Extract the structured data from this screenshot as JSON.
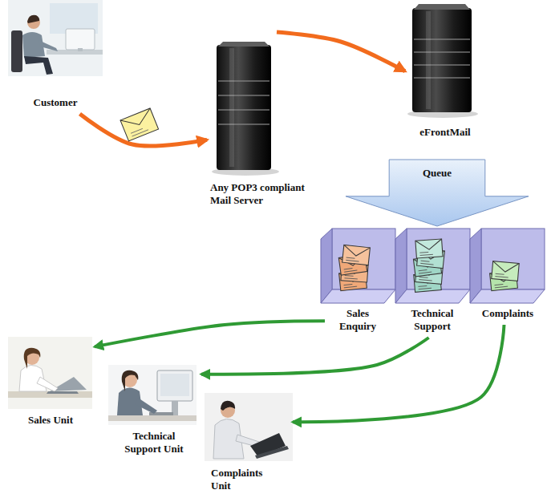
{
  "diagram": {
    "nodes": [
      {
        "text": [
          "Customer"
        ]
      },
      {
        "text": [
          "Any POP3 compliant Mail Server"
        ]
      },
      {
        "text": [
          "eFrontMail"
        ]
      },
      {
        "text": [
          "Queue"
        ]
      },
      {
        "text": [
          "Sales Enquiry"
        ]
      },
      {
        "text": [
          "Technical Support"
        ]
      },
      {
        "text": [
          "Complaints"
        ]
      },
      {
        "text": [
          "Sales Unit"
        ]
      },
      {
        "text": [
          "Technical Support Unit"
        ]
      },
      {
        "text": [
          "Complaints Unit"
        ]
      }
    ],
    "edges": [
      {
        "from": 0,
        "to": 1,
        "arrow": "to"
      },
      {
        "from": 1,
        "to": 2,
        "arrow": "to"
      },
      {
        "from": 4,
        "to": 7,
        "arrow": "to"
      },
      {
        "from": 5,
        "to": 8,
        "arrow": "to"
      },
      {
        "from": 6,
        "to": 9,
        "arrow": "to"
      }
    ]
  }
}
